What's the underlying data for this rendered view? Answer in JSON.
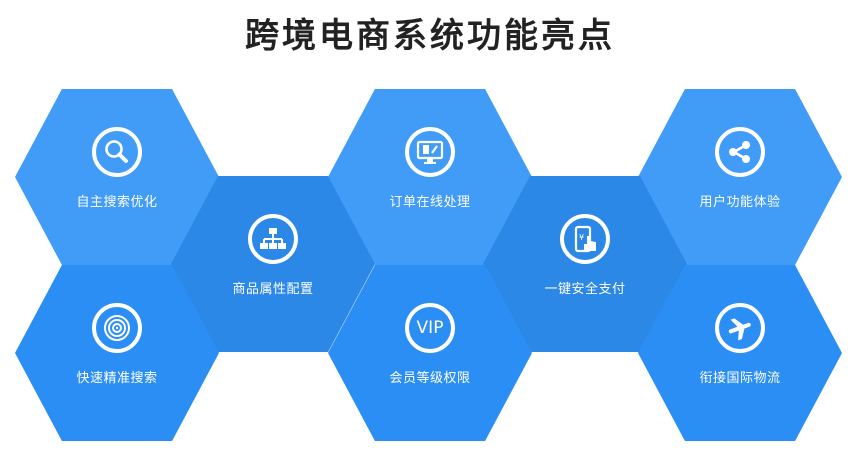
{
  "title": "跨境电商系统功能亮点",
  "colors": {
    "title": "#222222",
    "hex_top": "#419cf7",
    "hex_mid": "#2c88e6",
    "hex_bottom": "#2b8ef4",
    "icon_and_label": "#ffffff"
  },
  "features": [
    {
      "label": "自主搜索优化",
      "icon": "magnifier-icon"
    },
    {
      "label": "订单在线处理",
      "icon": "monitor-document-icon"
    },
    {
      "label": "用户功能体验",
      "icon": "share-icon"
    },
    {
      "label": "商品属性配置",
      "icon": "sitemap-icon"
    },
    {
      "label": "一键安全支付",
      "icon": "mobile-payment-icon"
    },
    {
      "label": "快速精准搜索",
      "icon": "target-icon"
    },
    {
      "label": "会员等级权限",
      "icon": "vip-icon",
      "icon_text": "VIP"
    },
    {
      "label": "衔接国际物流",
      "icon": "airplane-icon"
    }
  ]
}
